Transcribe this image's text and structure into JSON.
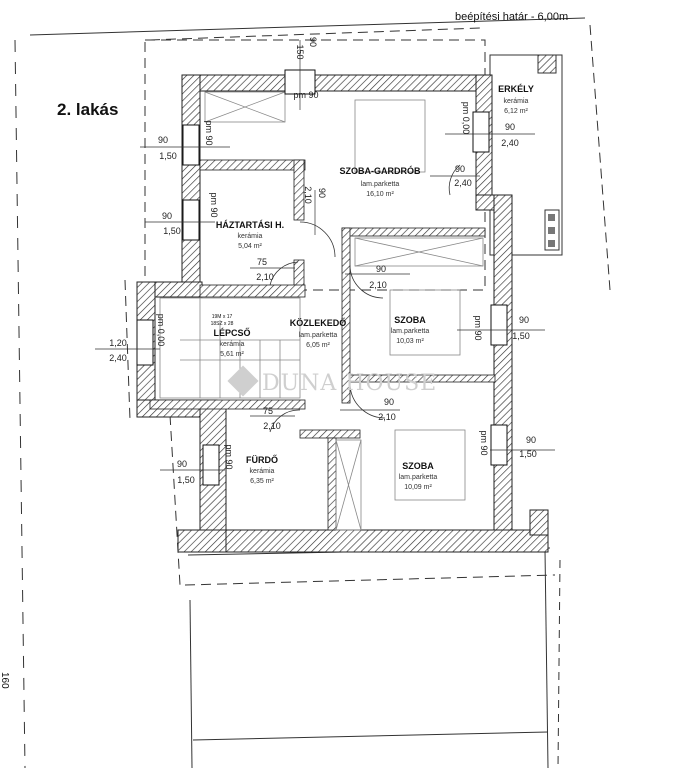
{
  "plan_title": "2. lakás",
  "boundary_label": "beépítési határ - 6,00m",
  "side_dimension": "160",
  "watermark": "DUNA HOUSE",
  "rooms": [
    {
      "name": "SZOBA-GARDRÓB",
      "floor": "lam.parketta",
      "area": "16,10 m²"
    },
    {
      "name": "ERKÉLY",
      "floor": "kerámia",
      "area": "6,12 m²"
    },
    {
      "name": "HÁZTARTÁSI H.",
      "floor": "kerámia",
      "area": "5,04 m²"
    },
    {
      "name": "LÉPCSŐ",
      "floor": "kerámia",
      "area": "5,61 m²"
    },
    {
      "name": "KÖZLEKEDŐ",
      "floor": "lam.parketta",
      "area": "6,05 m²"
    },
    {
      "name": "SZOBA",
      "floor": "lam.parketta",
      "area": "10,03 m²"
    },
    {
      "name": "FÜRDŐ",
      "floor": "kerámia",
      "area": "6,35 m²"
    },
    {
      "name": "SZOBA",
      "floor": "lam.parketta",
      "area": "10,09 m²"
    }
  ],
  "stair_note": [
    "19M x 17",
    "18SZ x 28"
  ],
  "openings": [
    {
      "top": "90",
      "bottom": "150",
      "note": "pm 90"
    },
    {
      "top": "90",
      "bottom": "1,50",
      "note": "pm 90"
    },
    {
      "top": "90",
      "bottom": "1,50",
      "note": "pm 90"
    },
    {
      "top": "90",
      "bottom": "2,40",
      "note": "pm 0,00"
    },
    {
      "top": "90",
      "bottom": "2,40",
      "note": ""
    },
    {
      "top": "90",
      "bottom": "2,10",
      "note": ""
    },
    {
      "top": "75",
      "bottom": "2,10",
      "note": ""
    },
    {
      "top": "90",
      "bottom": "2,10",
      "note": ""
    },
    {
      "top": "1,20",
      "bottom": "2,40",
      "note": "pm 0,00"
    },
    {
      "top": "90",
      "bottom": "1,50",
      "note": "pm 90"
    },
    {
      "top": "75",
      "bottom": "2,10",
      "note": ""
    },
    {
      "top": "90",
      "bottom": "2,10",
      "note": ""
    },
    {
      "top": "90",
      "bottom": "1,50",
      "note": "pm 90"
    },
    {
      "top": "90",
      "bottom": "1,50",
      "note": "pm 90"
    }
  ]
}
